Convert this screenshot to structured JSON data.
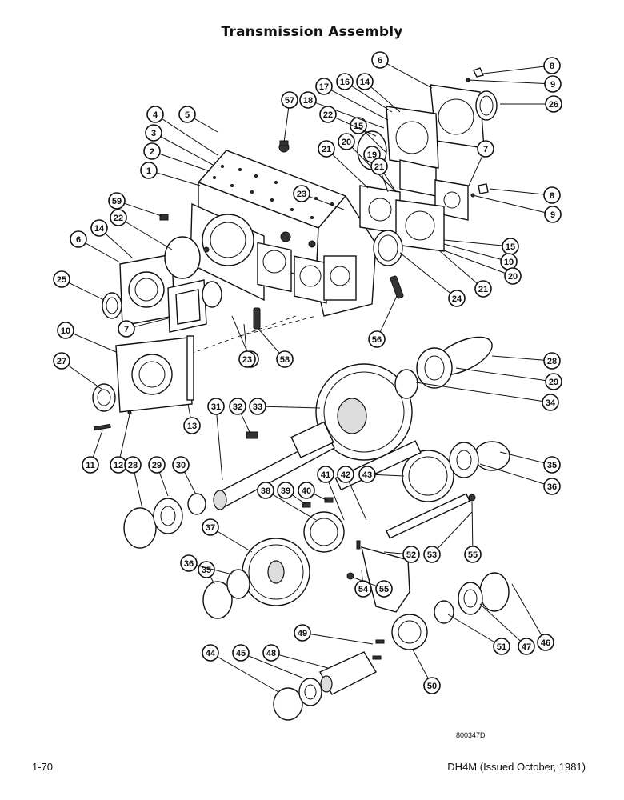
{
  "title": "Transmission Assembly",
  "figure_code": "800347D",
  "footer": {
    "page": "1-70",
    "doc": "DH4M (Issued October, 1981)"
  },
  "callouts": [
    {
      "label": "1"
    },
    {
      "label": "2"
    },
    {
      "label": "3"
    },
    {
      "label": "4"
    },
    {
      "label": "5"
    },
    {
      "label": "6"
    },
    {
      "label": "6"
    },
    {
      "label": "7"
    },
    {
      "label": "7"
    },
    {
      "label": "8"
    },
    {
      "label": "8"
    },
    {
      "label": "9"
    },
    {
      "label": "9"
    },
    {
      "label": "10"
    },
    {
      "label": "11"
    },
    {
      "label": "12"
    },
    {
      "label": "13"
    },
    {
      "label": "14"
    },
    {
      "label": "14"
    },
    {
      "label": "15"
    },
    {
      "label": "15"
    },
    {
      "label": "15"
    },
    {
      "label": "16"
    },
    {
      "label": "17"
    },
    {
      "label": "18"
    },
    {
      "label": "19"
    },
    {
      "label": "19"
    },
    {
      "label": "20"
    },
    {
      "label": "20"
    },
    {
      "label": "21"
    },
    {
      "label": "21"
    },
    {
      "label": "21"
    },
    {
      "label": "22"
    },
    {
      "label": "22"
    },
    {
      "label": "23"
    },
    {
      "label": "23"
    },
    {
      "label": "24"
    },
    {
      "label": "25"
    },
    {
      "label": "26"
    },
    {
      "label": "27"
    },
    {
      "label": "28"
    },
    {
      "label": "28"
    },
    {
      "label": "29"
    },
    {
      "label": "29"
    },
    {
      "label": "30"
    },
    {
      "label": "31"
    },
    {
      "label": "32"
    },
    {
      "label": "33"
    },
    {
      "label": "34"
    },
    {
      "label": "35"
    },
    {
      "label": "35"
    },
    {
      "label": "36"
    },
    {
      "label": "36"
    },
    {
      "label": "37"
    },
    {
      "label": "38"
    },
    {
      "label": "39"
    },
    {
      "label": "40"
    },
    {
      "label": "41"
    },
    {
      "label": "42"
    },
    {
      "label": "43"
    },
    {
      "label": "44"
    },
    {
      "label": "45"
    },
    {
      "label": "46"
    },
    {
      "label": "47"
    },
    {
      "label": "48"
    },
    {
      "label": "49"
    },
    {
      "label": "50"
    },
    {
      "label": "51"
    },
    {
      "label": "52"
    },
    {
      "label": "53"
    },
    {
      "label": "54"
    },
    {
      "label": "55"
    },
    {
      "label": "55"
    },
    {
      "label": "56"
    },
    {
      "label": "57"
    },
    {
      "label": "58"
    },
    {
      "label": "59"
    }
  ]
}
